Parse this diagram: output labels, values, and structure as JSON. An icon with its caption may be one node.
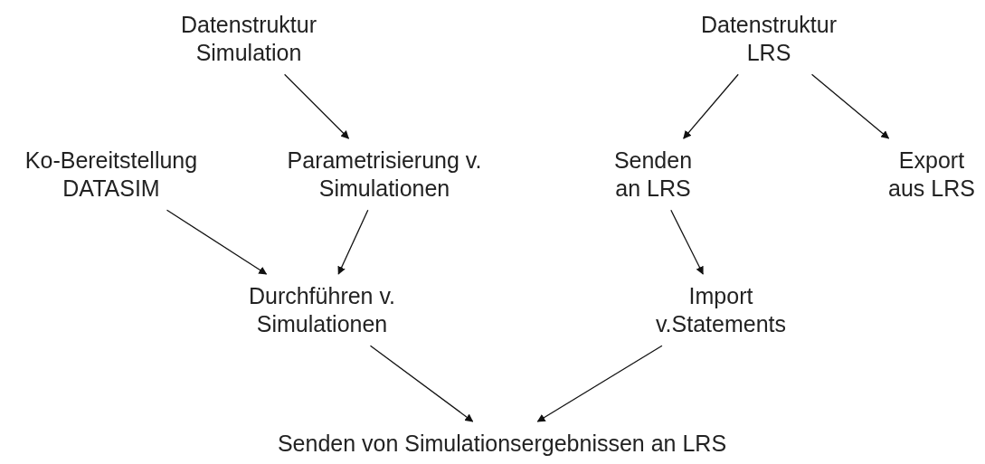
{
  "diagram": {
    "nodes": [
      {
        "text": [
          "Datenstruktur Simulation"
        ]
      },
      {
        "text": [
          "Datenstruktur LRS"
        ]
      },
      {
        "text": [
          "Ko-Bereitstellung DATASIM"
        ]
      },
      {
        "text": [
          "Parametrisierung v. Simulationen"
        ]
      },
      {
        "text": [
          "Senden an LRS"
        ]
      },
      {
        "text": [
          "Export aus LRS"
        ]
      },
      {
        "text": [
          "Durchführen v. Simulationen"
        ]
      },
      {
        "text": [
          "Import v.Statements"
        ]
      },
      {
        "text": [
          "Senden von Simulationsergebnissen an LRS"
        ]
      }
    ],
    "edges": [
      {
        "from": 0,
        "to": 3,
        "arrow": "to"
      },
      {
        "from": 1,
        "to": 4,
        "arrow": "to"
      },
      {
        "from": 1,
        "to": 5,
        "arrow": "to"
      },
      {
        "from": 2,
        "to": 6,
        "arrow": "to"
      },
      {
        "from": 3,
        "to": 6,
        "arrow": "to"
      },
      {
        "from": 4,
        "to": 7,
        "arrow": "to"
      },
      {
        "from": 6,
        "to": 8,
        "arrow": "to"
      },
      {
        "from": 7,
        "to": 8,
        "arrow": "to"
      }
    ]
  }
}
